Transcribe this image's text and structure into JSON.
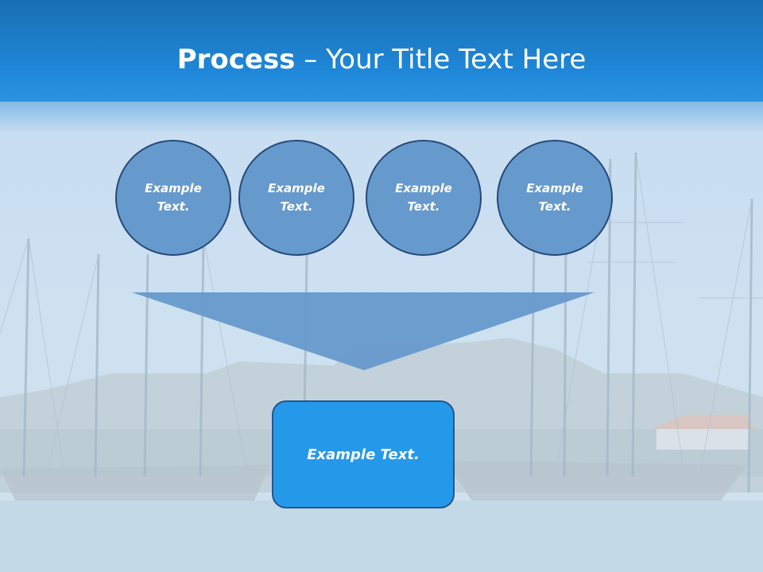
{
  "slide": {
    "title_bold": "Process",
    "title_rest": " – Your Title Text Here"
  },
  "circles": [
    {
      "label": "Example Text."
    },
    {
      "label": "Example Text."
    },
    {
      "label": "Example Text."
    },
    {
      "label": "Example Text."
    }
  ],
  "result": {
    "label": "Example Text."
  },
  "colors": {
    "header": "#1f87d8",
    "circle_fill": "#6699cc",
    "circle_border": "#264a78",
    "funnel_fill": "#6699cc",
    "result_fill": "#2599e9"
  }
}
